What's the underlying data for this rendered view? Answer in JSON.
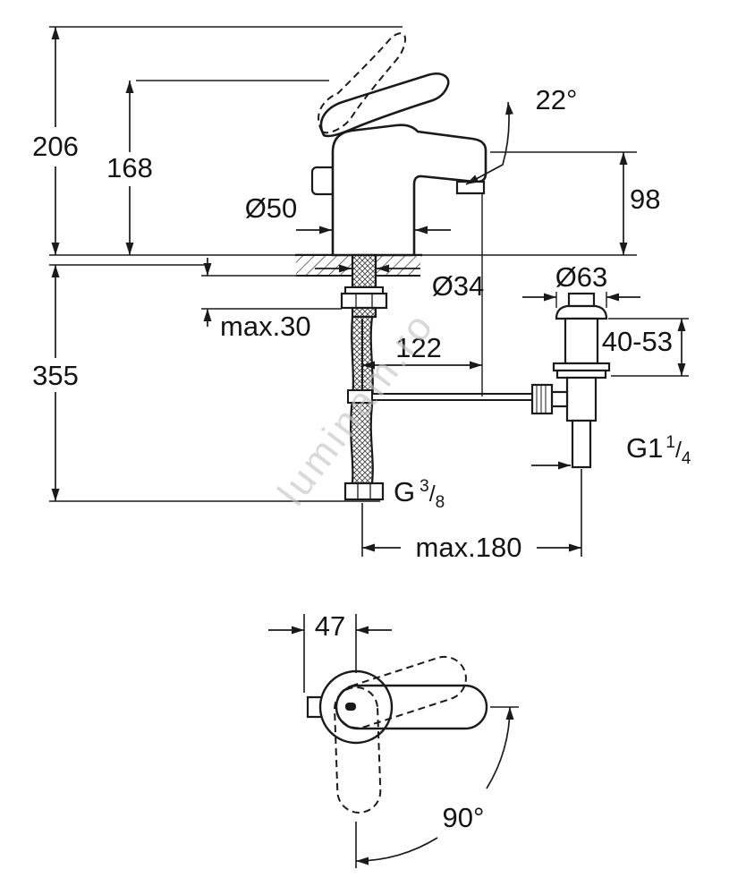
{
  "colors": {
    "line": "#1a1a1a",
    "background": "#ffffff",
    "watermark": "#c3c3c3"
  },
  "watermark": "luminam.ro",
  "dimensions": {
    "total_height": "206",
    "body_height": "168",
    "base_diameter": "Ø50",
    "handle_open_angle": "22°",
    "spout_height": "98",
    "shank_diameter": "Ø34",
    "max_mounting_thickness": "max.30",
    "under_counter_height": "355",
    "spout_projection": "122",
    "waste_flange_diameter": "Ø63",
    "mounting_depth_range": "40-53",
    "max_hose_reach": "max.180",
    "handle_width": "47",
    "handle_swivel_angle": "90°",
    "waste_thread": {
      "prefix": "G1",
      "sup": "1",
      "slash": "/",
      "sub": "4"
    },
    "hose_thread": {
      "prefix": "G",
      "sup": "3",
      "slash": "/",
      "sub": "8"
    }
  }
}
